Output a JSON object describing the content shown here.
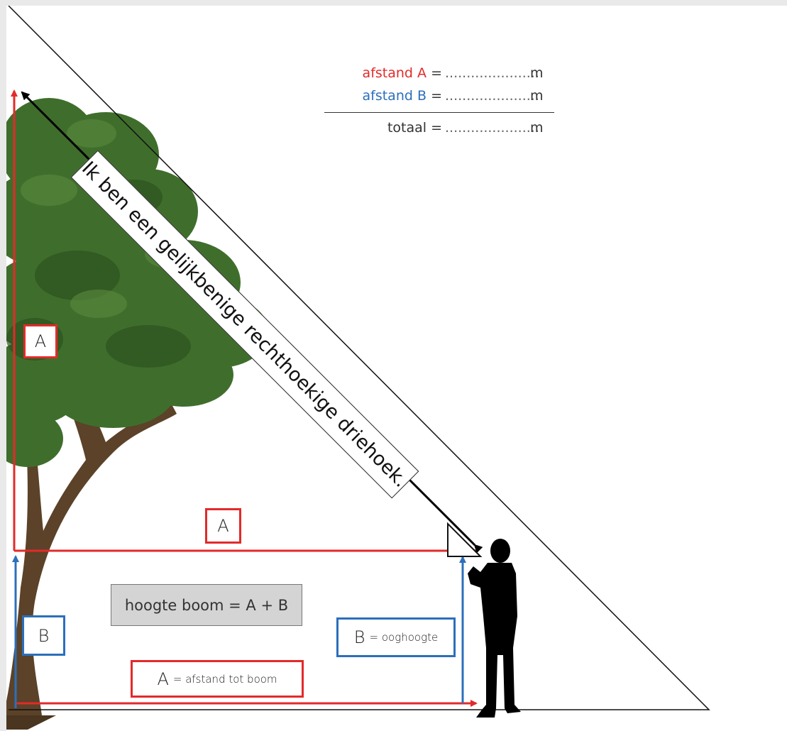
{
  "calculation": {
    "distance_a_word": "afstand",
    "distance_a_letter": "A",
    "distance_b_word": "afstand",
    "distance_b_letter": "B",
    "equals": "=",
    "total_label": "totaal =",
    "blank": "......................",
    "unit": "m"
  },
  "diagonal_text": "Ik ben een gelijkbenige rechthoekige driehoek.",
  "labels": {
    "a_vertical": "A",
    "a_horizontal": "A",
    "b_left": "B",
    "formula": "hoogte boom = A + B",
    "b_eye_letter": "B",
    "b_eye_text": "= ooghoogte",
    "a_ground_letter": "A",
    "a_ground_text": "= afstand tot boom"
  },
  "colors": {
    "red": "#e32a2a",
    "blue": "#2c6fbb",
    "tree_foliage": "#3f6e2c",
    "tree_trunk": "#5b4228",
    "silhouette": "#000000"
  }
}
